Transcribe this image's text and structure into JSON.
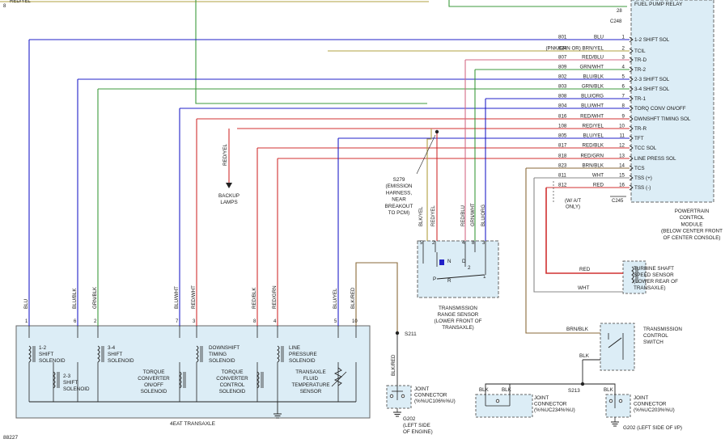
{
  "wire_colors": {
    "blu": "#2020c8",
    "grn": "#3c9a3c",
    "red": "#d03030",
    "brown": "#8a6a3a",
    "olive": "#b0a040",
    "gray": "#888888",
    "pink": "#d36a86",
    "black": "#222222"
  },
  "fill_colors": {
    "module": "#dcedf6",
    "outline": "#666666"
  },
  "top": {
    "left_label": "RED/YEL",
    "left_pin": "8",
    "relay_label": "FUEL PUMP RELAY",
    "relay_pin": "28",
    "relay_connector": "C248"
  },
  "pcm": {
    "title": [
      "POWERTRAIN",
      "CONTROL",
      "MODULE",
      "(BELOW CENTER FRONT",
      "OF CENTER CONSOLE)"
    ],
    "rows": [
      {
        "circuit": "801",
        "wire": "BLU",
        "pin": "1",
        "signal": "1-2 SHIFT SOL"
      },
      {
        "circuit": "824",
        "wire": "(PNK/GRN OR) BRN/YEL",
        "pin": "2",
        "signal": "TCIL"
      },
      {
        "circuit": "807",
        "wire": "RED/BLU",
        "pin": "3",
        "signal": "TR-D"
      },
      {
        "circuit": "809",
        "wire": "GRN/WHT",
        "pin": "4",
        "signal": "TR-2"
      },
      {
        "circuit": "802",
        "wire": "BLU/BLK",
        "pin": "5",
        "signal": "2-3 SHIFT SOL"
      },
      {
        "circuit": "803",
        "wire": "GRN/BLK",
        "pin": "6",
        "signal": "3-4 SHIFT SOL"
      },
      {
        "circuit": "808",
        "wire": "BLU/ORG",
        "pin": "7",
        "signal": "TR-1"
      },
      {
        "circuit": "804",
        "wire": "BLU/WHT",
        "pin": "8",
        "signal": "TORQ CONV ON/OFF"
      },
      {
        "circuit": "816",
        "wire": "RED/WHT",
        "pin": "9",
        "signal": "DWNSHFT TIMING SOL"
      },
      {
        "circuit": "108",
        "wire": "RED/YEL",
        "pin": "10",
        "signal": "TR-R"
      },
      {
        "circuit": "805",
        "wire": "BLU/YEL",
        "pin": "11",
        "signal": "TFT"
      },
      {
        "circuit": "817",
        "wire": "RED/BLK",
        "pin": "12",
        "signal": "TCC SOL"
      },
      {
        "circuit": "818",
        "wire": "RED/GRN",
        "pin": "13",
        "signal": "LINE PRESS SOL"
      },
      {
        "circuit": "823",
        "wire": "BRN/BLK",
        "pin": "14",
        "signal": "TCS"
      },
      {
        "circuit": "811",
        "wire": "WHT",
        "pin": "15",
        "signal": "TSS (+)"
      },
      {
        "circuit": "812",
        "wire": "RED",
        "pin": "16",
        "signal": "TSS (-)"
      }
    ],
    "connector": "C245",
    "option_note": [
      "(W/ A/T",
      "ONLY)"
    ]
  },
  "backup": {
    "wire": "RED/YEL",
    "label": [
      "BACKUP",
      "LAMPS"
    ]
  },
  "splice_s279": [
    "S279",
    "(EMISSION",
    "HARNESS,",
    "NEAR",
    "BREAKOUT",
    "TO PCM)"
  ],
  "trs": {
    "pins": [
      "5",
      "2",
      "4",
      "8",
      "3"
    ],
    "wires": [
      "BLK/YEL",
      "RED/YEL",
      "RED/BLU",
      "GRN/WHT",
      "BLU/ORG"
    ],
    "positions": [
      "N",
      "D",
      "2",
      "P",
      "R",
      "1"
    ],
    "label": [
      "TRANSMISSION",
      "RANGE SENSOR",
      "(LOWER FRONT OF",
      "TRANSAXLE)"
    ]
  },
  "transaxle": {
    "label": "4EAT TRANSAXLE",
    "pins": [
      "1",
      "6",
      "2",
      "7",
      "3",
      "8",
      "4",
      "5",
      "10"
    ],
    "wires": [
      "BLU",
      "BLU/BLK",
      "GRN/BLK",
      "BLU/WHT",
      "RED/WHT",
      "RED/BLK",
      "RED/GRN",
      "BLU/YEL",
      "BLK/RED"
    ],
    "components": {
      "sol12": [
        "1-2",
        "SHIFT",
        "SOLENOID"
      ],
      "sol23": [
        "2-3",
        "SHIFT",
        "SOLENOID"
      ],
      "sol34": [
        "3-4",
        "SHIFT",
        "SOLENOID"
      ],
      "tcc_onoff": [
        "TORQUE",
        "CONVERTER",
        "ON/OFF",
        "SOLENOID"
      ],
      "downshift": [
        "DOWNSHIFT",
        "TIMING",
        "SOLENOID"
      ],
      "tcc_ctrl": [
        "TORQUE",
        "CONVERTER",
        "CONTROL",
        "SOLENOID"
      ],
      "linepress": [
        "LINE",
        "PRESSURE",
        "SOLENOID"
      ],
      "tft": [
        "TRANSAXLE",
        "FLUID",
        "TEMPERATURE",
        "SENSOR"
      ]
    }
  },
  "s211": "S211",
  "g202_engine": {
    "wire": "BLK/RED",
    "joint": [
      "JOINT",
      "CONNECTOR",
      "(%%UC106%%U)"
    ],
    "ground": [
      "G202",
      "(LEFT SIDE",
      "OF ENGINE)"
    ]
  },
  "tss": {
    "red": "RED",
    "wht": "WHT",
    "label": [
      "TURBINE SHAFT",
      "SPEED SENSOR",
      "(LOWER REAR OF",
      "TRANSAXLE)"
    ]
  },
  "tcs": {
    "brn": "BRN/BLK",
    "blk": "BLK",
    "label": [
      "TRANSMISSION",
      "CONTROL",
      "SWITCH"
    ]
  },
  "s213": "S213",
  "jc234": {
    "blk1": "BLK",
    "blk2": "BLK",
    "label": [
      "JOINT",
      "CONNECTOR",
      "(%%UC234%%U)"
    ]
  },
  "jc203": {
    "blk": "BLK",
    "label": [
      "JOINT",
      "CONNECTOR",
      "(%%UC203%%U)"
    ],
    "ground": "G202 (LEFT SIDE OF I/P)"
  },
  "figure_id": "88227"
}
